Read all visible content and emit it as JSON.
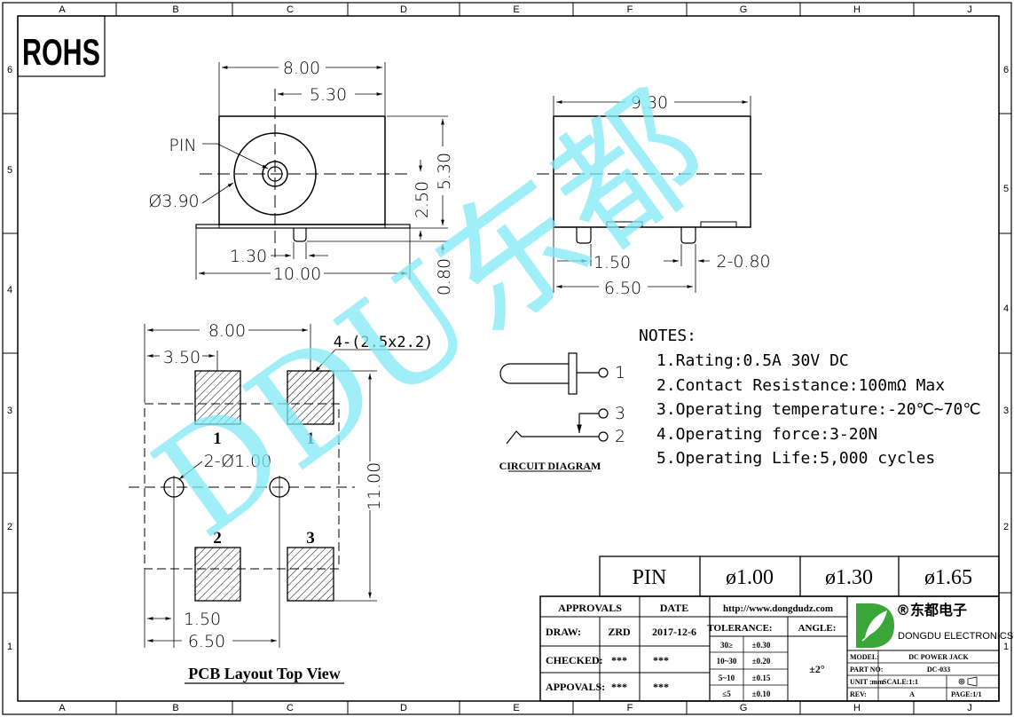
{
  "frame": {
    "columns": [
      "A",
      "B",
      "C",
      "D",
      "E",
      "F",
      "G",
      "H",
      "J"
    ],
    "rows_left": [
      "6",
      "5",
      "4",
      "3",
      "2",
      "1"
    ],
    "rows_right": [
      "6",
      "5",
      "4",
      "3",
      "2",
      "1"
    ]
  },
  "badge": "ROHS",
  "watermark": "DDU东都",
  "front_view": {
    "width_total": "8.00",
    "width_center": "5.30",
    "pin_label": "PIN",
    "diameter": "Ø3.90",
    "height_center": "2.50",
    "height_total": "5.30",
    "pin_offset": "1.30",
    "base_width": "10.00",
    "pin_height": "0.80"
  },
  "side_view": {
    "length": "9.30",
    "pin_spacing": "1.50",
    "pin_width": "2-0.80",
    "span": "6.50"
  },
  "pcb": {
    "width": "8.00",
    "offset": "3.50",
    "pads": "4-(2.5x2.2)",
    "hole": "2-Ø1.00",
    "height": "11.00",
    "pad_labels": [
      "1",
      "1",
      "2",
      "3"
    ],
    "hole_offset": "1.50",
    "hole_span": "6.50",
    "title": "PCB Layout Top View"
  },
  "circuit": {
    "title": "CIRCUIT DIAGRAM",
    "pins": [
      "1",
      "3",
      "2"
    ]
  },
  "notes": {
    "title": "NOTES:",
    "items": [
      "1.Rating:0.5A 30V DC",
      "2.Contact Resistance:100mΩ Max",
      "3.Operating temperature:-20℃~70℃",
      "4.Operating force:3-20N",
      "5.Operating Life:5,000 cycles"
    ]
  },
  "pin_table": {
    "header": "PIN",
    "values": [
      "ø1.00",
      "ø1.30",
      "ø1.65"
    ]
  },
  "title_block": {
    "approvals": "APPROVALS",
    "date": "DATE",
    "url": "http://www.dongdudz.com",
    "tolerance": "TOLERANCE:",
    "angle": "ANGLE:",
    "angle_value": "±2°",
    "rows": [
      {
        "label": "DRAW:",
        "name": "ZRD",
        "date": "2017-12-6"
      },
      {
        "label": "CHECKED:",
        "name": "***",
        "date": "***"
      },
      {
        "label": "APPOVALS:",
        "name": "***",
        "date": "***"
      }
    ],
    "tolerances": [
      {
        "range": "30≥",
        "value": "±0.30"
      },
      {
        "range": "10~30",
        "value": "±0.20"
      },
      {
        "range": "5~10",
        "value": "±0.15"
      },
      {
        "range": "≤5",
        "value": "±0.10"
      }
    ],
    "company_cn": "®东都电子",
    "company_en": "DONGDU ELECTRONICS",
    "model_label": "MODEL:",
    "model_value": "DC POWER JACK",
    "part_label": "PART NO:",
    "part_value": "DC-033",
    "unit_label": "UNIT :mm",
    "scale_label": "SCALE:1:1",
    "rev_label": "REV:",
    "rev_value": "A",
    "page_label": "PAGE:1/1"
  },
  "colors": {
    "line": "#000000",
    "watermark": "#7fe8f5"
  }
}
